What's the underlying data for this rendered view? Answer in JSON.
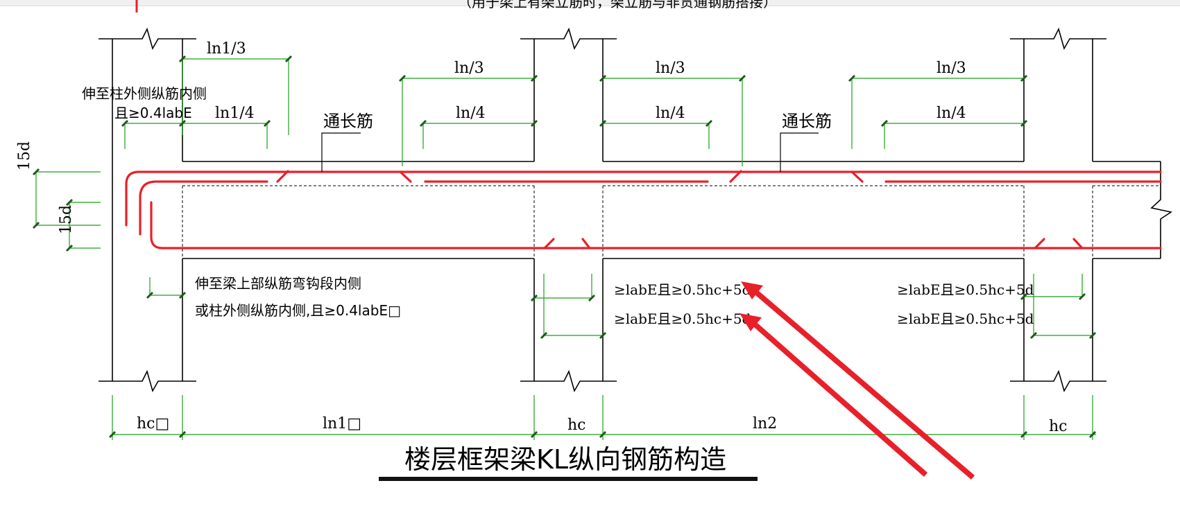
{
  "header_note": "（用于梁上有架立筋时，架立筋与非贯通钢筋搭接）",
  "title": "楼层框架梁KL纵向钢筋构造",
  "labels": {
    "ln1_3": "ln1/3",
    "ln1_4": "ln1/4",
    "ln_3": "ln/3",
    "ln_4": "ln/4",
    "through_bar": "通长筋",
    "fifteen_d": "15d",
    "anchor_top_1": "伸至柱外侧纵筋内侧",
    "anchor_top_2": "且≥0.4labE",
    "anchor_bottom_1": "伸至梁上部纵筋弯钩段内侧",
    "anchor_bottom_2": "或柱外侧纵筋内侧,且≥0.4labE□",
    "lab_rule": "≥labE且≥0.5hc+5d",
    "hc_box": "hc□",
    "ln1_box": "ln1□",
    "hc": "hc",
    "ln2": "ln2"
  },
  "colors": {
    "rebar": "#e8202a",
    "dimension": "#1a9e1a",
    "outline": "#000000",
    "arrow": "#e8202a"
  }
}
